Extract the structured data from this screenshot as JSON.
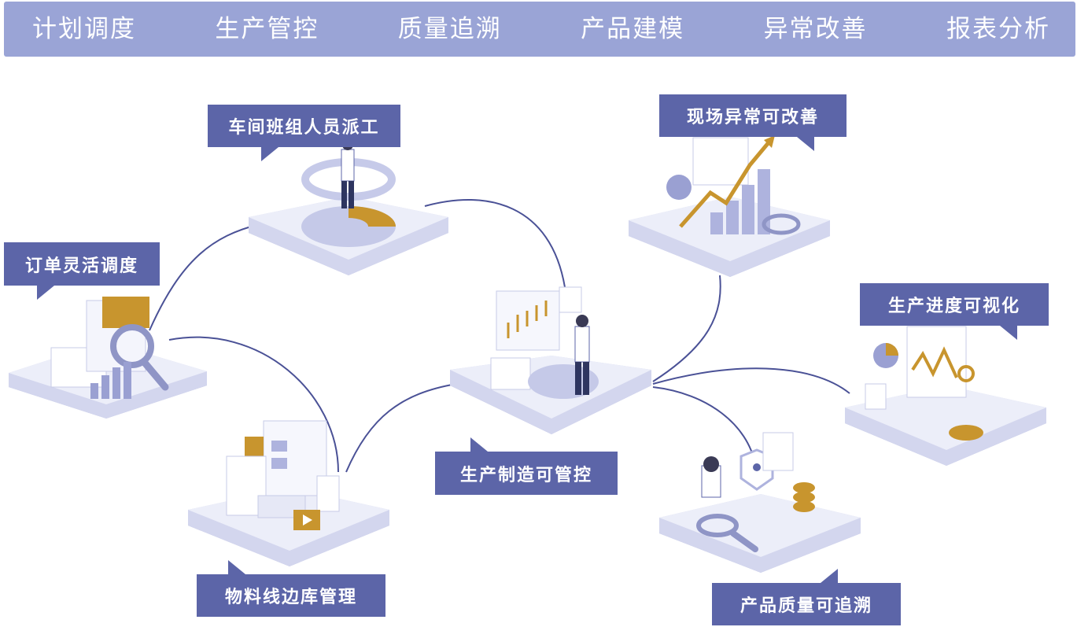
{
  "nav": {
    "tabs": [
      "计划调度",
      "生产管控",
      "质量追溯",
      "产品建模",
      "异常改善",
      "报表分析"
    ]
  },
  "callouts": {
    "order_dispatch": "订单灵活调度",
    "workshop_dispatch": "车间班组人员派工",
    "onsite_exception": "现场异常可改善",
    "progress_visual": "生产进度可视化",
    "manufacturing_control": "生产制造可管控",
    "material_storage": "物料线边库管理",
    "quality_trace": "产品质量可追溯"
  },
  "colors": {
    "nav_bg": "#9aa4d6",
    "callout_bg": "#5c65a8",
    "accent_gold": "#c8952e",
    "platform_light": "#e8e9f6",
    "platform_dark": "#b6badf",
    "line": "#4a5196"
  }
}
